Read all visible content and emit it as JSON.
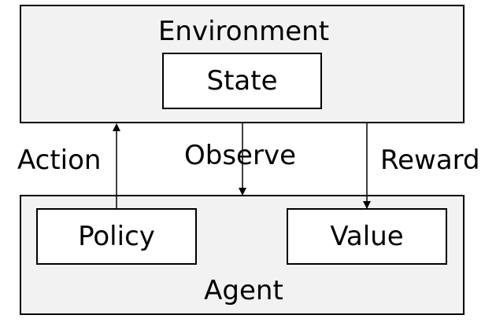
{
  "environment": {
    "title": "Environment",
    "state_label": "State"
  },
  "agent": {
    "title": "Agent",
    "policy_label": "Policy",
    "value_label": "Value"
  },
  "edges": {
    "action_label": "Action",
    "observe_label": "Observe",
    "reward_label": "Reward"
  }
}
